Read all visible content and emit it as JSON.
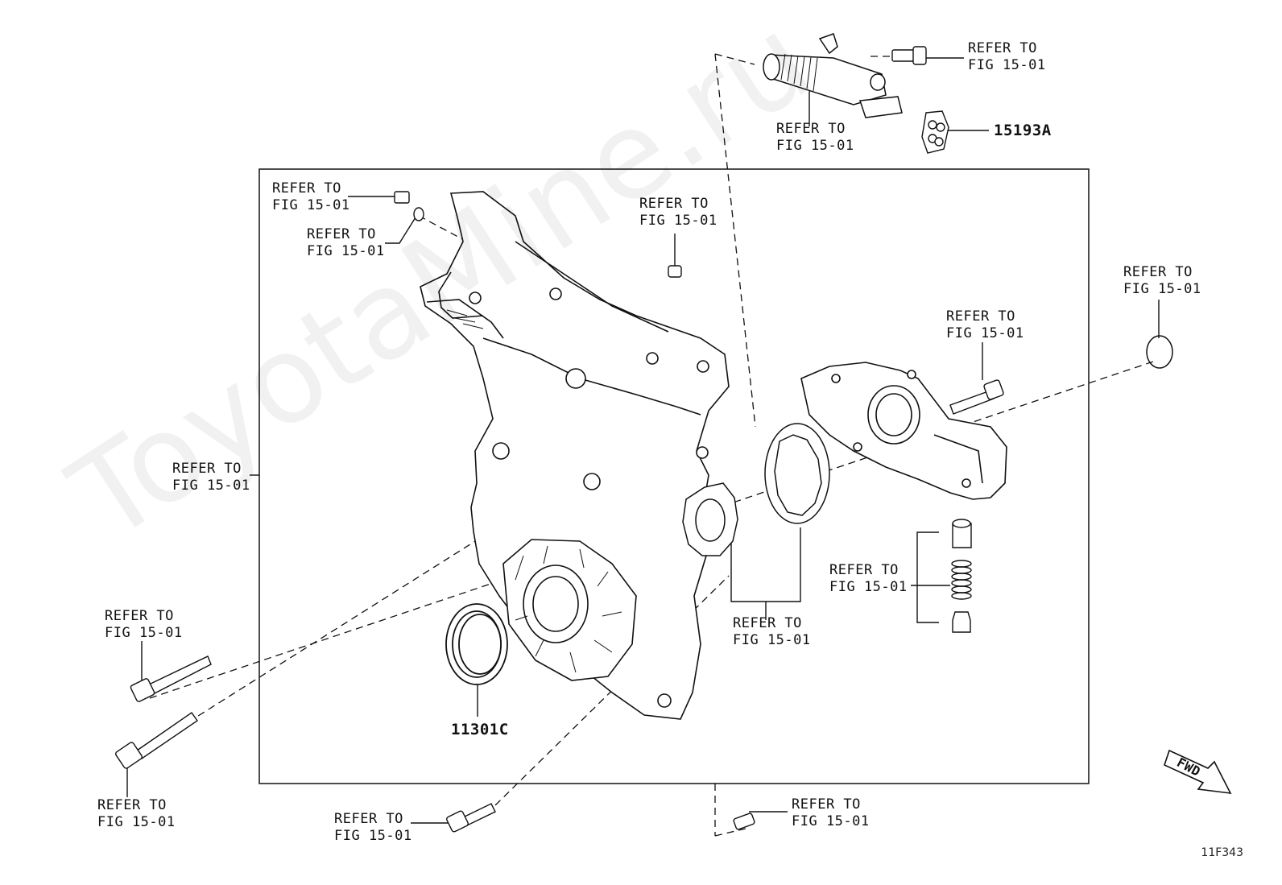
{
  "refer": {
    "line1": "REFER TO",
    "line2": "FIG 15-01"
  },
  "parts": {
    "gasket": "15193A",
    "oil_seal": "11301C"
  },
  "fwd_label": "FWD",
  "figure_code": "11F343",
  "watermark": "ToyotaMine.ru"
}
